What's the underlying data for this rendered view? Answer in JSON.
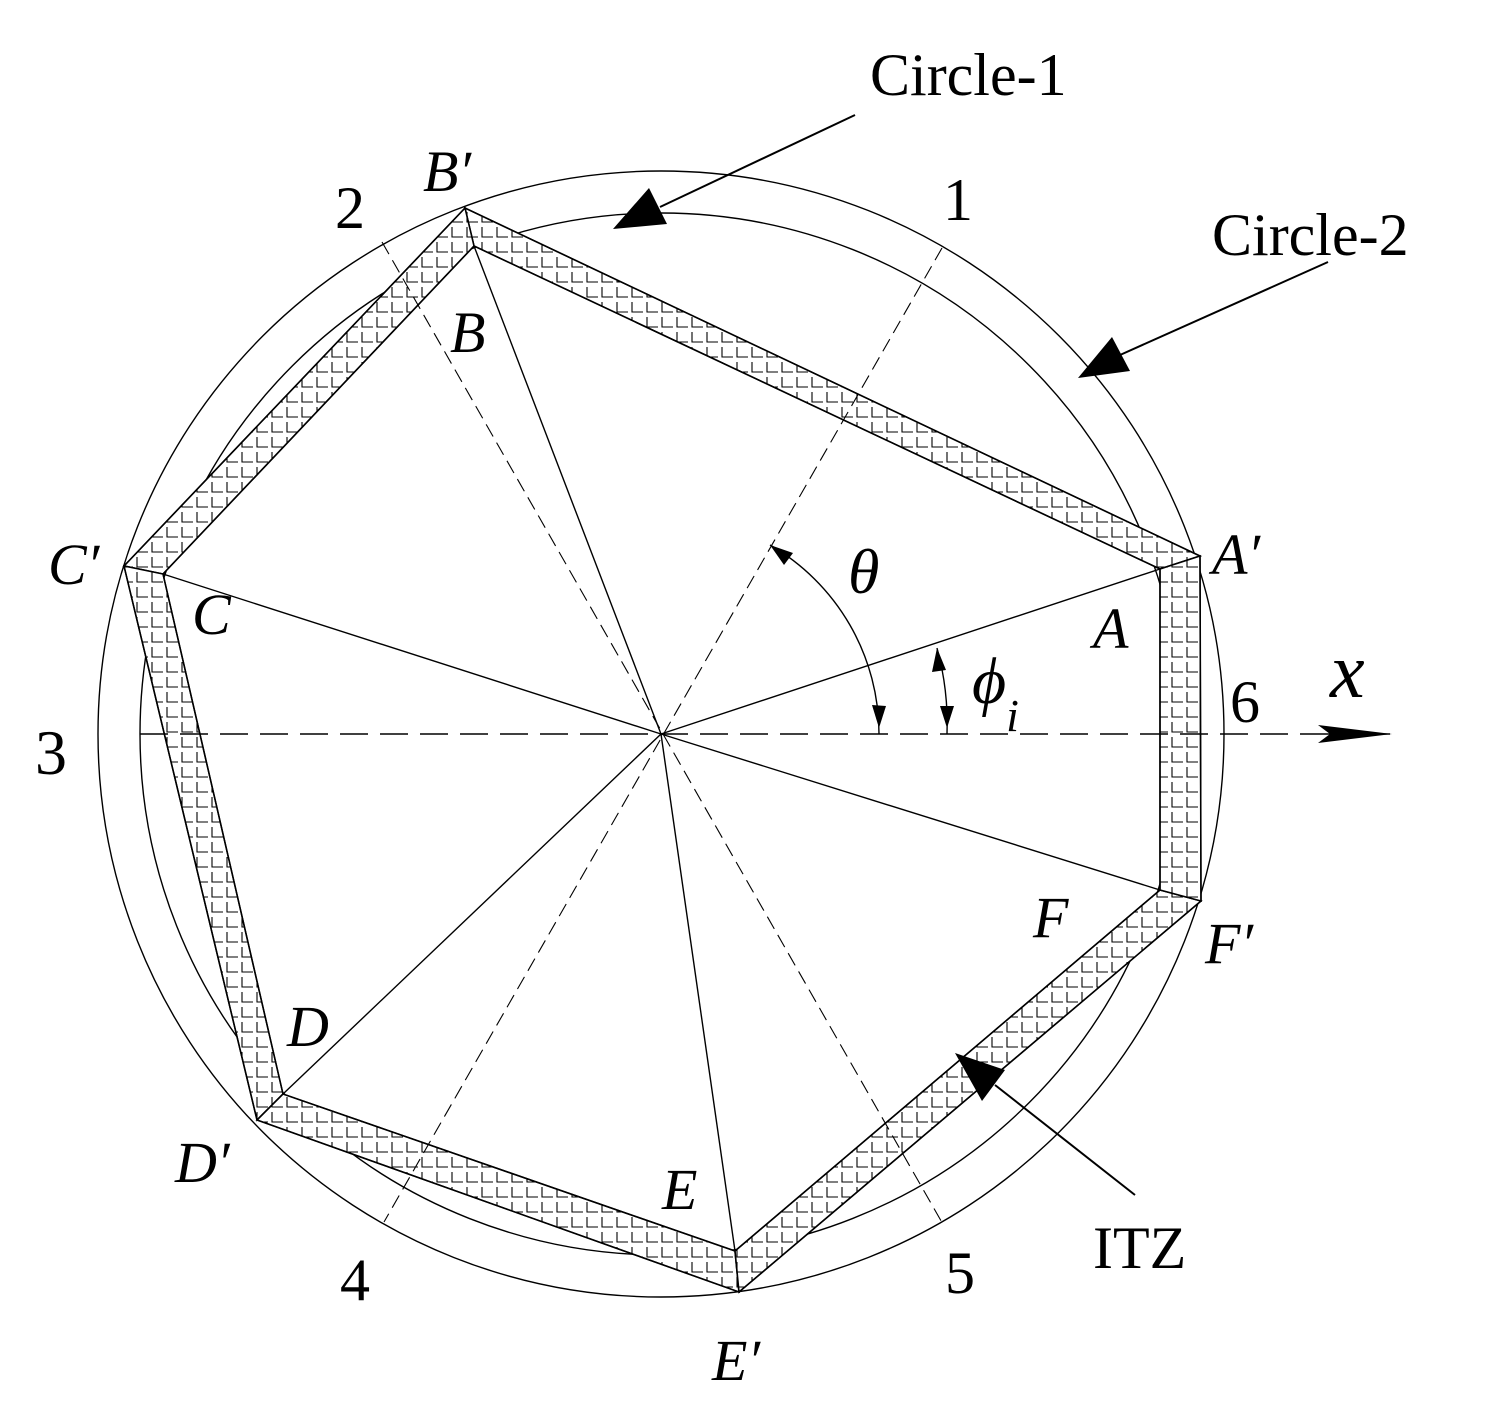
{
  "labels": {
    "circle1": "Circle-1",
    "circle2": "Circle-2",
    "itz": "ITZ",
    "x_axis": "x",
    "theta": "θ",
    "phi": "ϕ",
    "phi_sub": "i",
    "numbers": [
      "1",
      "2",
      "3",
      "4",
      "5",
      "6"
    ],
    "inner_points": [
      "A",
      "B",
      "C",
      "D",
      "E",
      "F"
    ],
    "outer_points": [
      "A′",
      "B′",
      "C′",
      "D′",
      "E′",
      "F′"
    ]
  },
  "colors": {
    "line": "#000000",
    "background": "#ffffff"
  }
}
